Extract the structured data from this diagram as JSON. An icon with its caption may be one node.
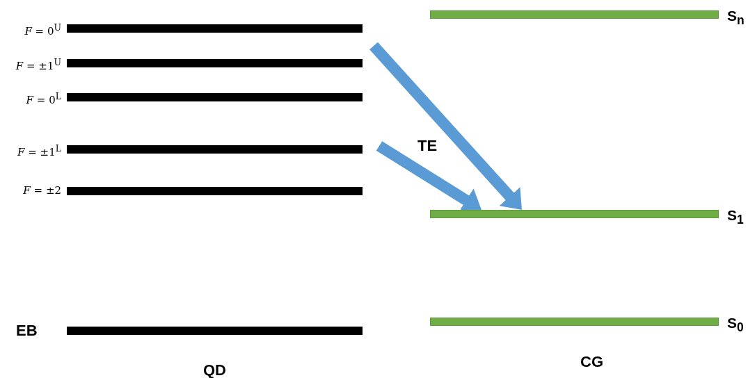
{
  "diagram": {
    "nodes": [
      {
        "text": [
          "*F* = 0$^{U}$"
        ]
      },
      {
        "text": [
          "*F* = ±1$^{U}$"
        ]
      },
      {
        "text": [
          "*F* = 0$^{L}$"
        ]
      },
      {
        "text": [
          "*F* = ±1$^{L}$"
        ]
      },
      {
        "text": [
          "*F* = ±2"
        ]
      },
      {
        "text": [
          "EB"
        ]
      },
      {
        "text": [
          "S$_{n}$"
        ]
      },
      {
        "text": [
          "S$_{1}$"
        ]
      },
      {
        "text": [
          "S$_{0}$"
        ]
      }
    ],
    "edges": [
      {
        "from": null,
        "to": 7,
        "arrow": "to",
        "color": "#5b9bd5"
      },
      {
        "from": null,
        "to": 7,
        "arrow": "to",
        "color": "#5b9bd5"
      }
    ],
    "labels": [
      "TE",
      "QD",
      "CG"
    ]
  }
}
